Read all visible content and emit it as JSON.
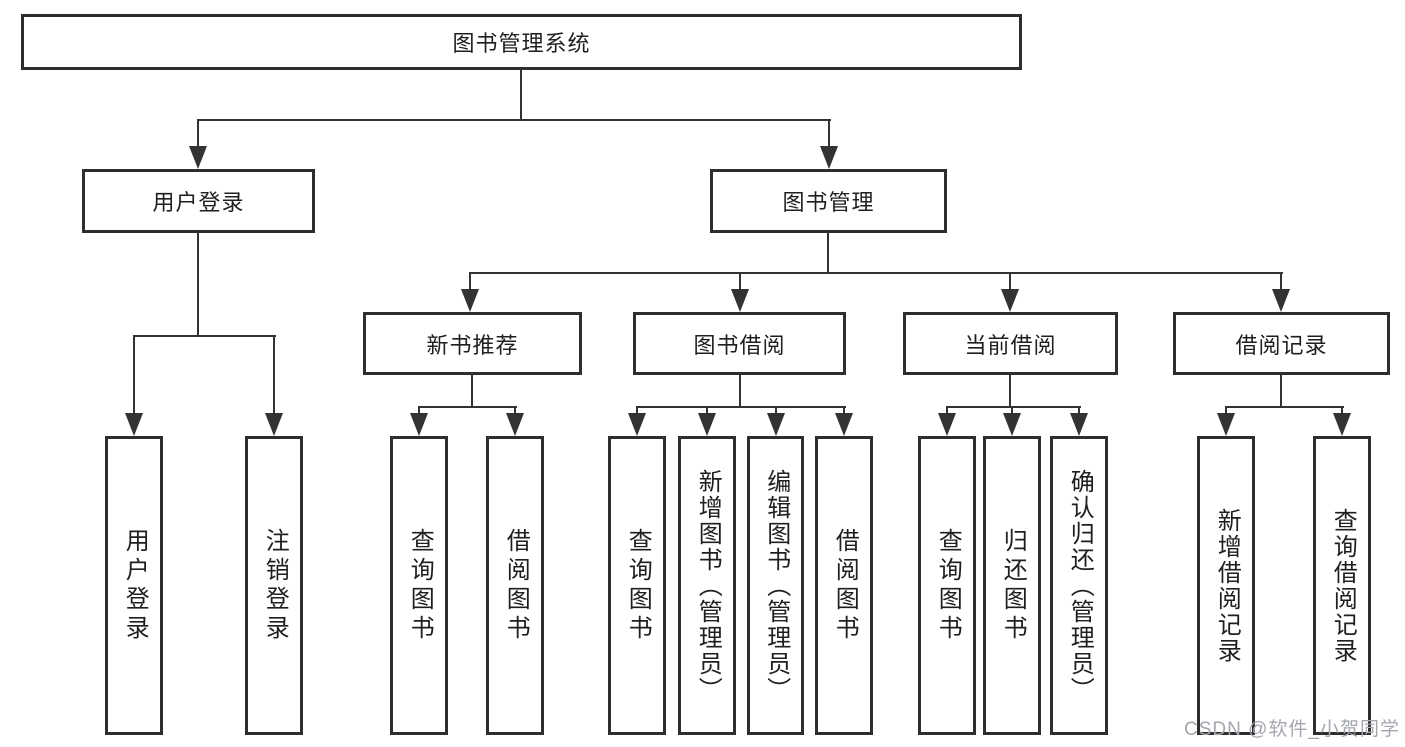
{
  "root": {
    "label": "图书管理系统"
  },
  "level2": [
    {
      "label": "用户登录"
    },
    {
      "label": "图书管理"
    }
  ],
  "level3": [
    {
      "label": "新书推荐",
      "parent": "图书管理"
    },
    {
      "label": "图书借阅",
      "parent": "图书管理"
    },
    {
      "label": "当前借阅",
      "parent": "图书管理"
    },
    {
      "label": "借阅记录",
      "parent": "图书管理"
    }
  ],
  "leaves": [
    {
      "label": "用户登录",
      "parent": "用户登录"
    },
    {
      "label": "注销登录",
      "parent": "用户登录"
    },
    {
      "label": "查询图书",
      "parent": "新书推荐"
    },
    {
      "label": "借阅图书",
      "parent": "新书推荐"
    },
    {
      "label": "查询图书",
      "parent": "图书借阅"
    },
    {
      "label": "新增图书（管理员）",
      "parent": "图书借阅"
    },
    {
      "label": "编辑图书（管理员）",
      "parent": "图书借阅"
    },
    {
      "label": "借阅图书",
      "parent": "图书借阅"
    },
    {
      "label": "查询图书",
      "parent": "当前借阅"
    },
    {
      "label": "归还图书",
      "parent": "当前借阅"
    },
    {
      "label": "确认归还（管理员）",
      "parent": "当前借阅"
    },
    {
      "label": "新增借阅记录",
      "parent": "借阅记录"
    },
    {
      "label": "查询借阅记录",
      "parent": "借阅记录"
    }
  ],
  "watermark": {
    "text": "CSDN @软件_小贺同学"
  },
  "colors": {
    "line": "#333333",
    "text": "#1f1f1f",
    "background": "#ffffff",
    "watermark": "#a3a7ad"
  }
}
